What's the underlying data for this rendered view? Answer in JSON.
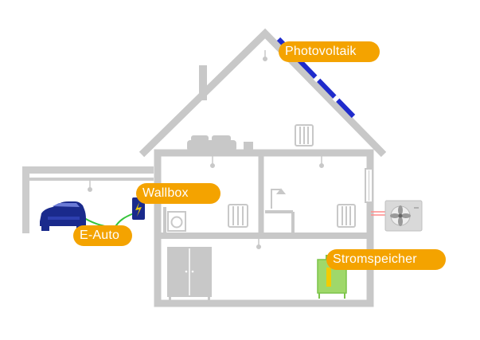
{
  "labels": {
    "photovoltaik": "Photovoltaik",
    "wallbox": "Wallbox",
    "e_auto": "E-Auto",
    "stromspeicher": "Stromspeicher"
  },
  "colors": {
    "badge": "#f4a300",
    "badge_text": "#ffffff",
    "house_outline": "#cccccc",
    "pv_panel": "#1f2bcc",
    "car": "#1a2a8c",
    "cable": "#35c43a",
    "wallbox": "#1a2a8c",
    "battery": "#9fd86a",
    "heatpump": "#d9d9d9",
    "heatpump_pipe": "#ff8a8a"
  },
  "icons": [
    "solar-panel-icon",
    "wallbox-icon",
    "car-icon",
    "battery-icon",
    "heat-pump-icon",
    "radiator-icon",
    "lamp-icon",
    "shower-icon",
    "washing-machine-icon",
    "wardrobe-icon",
    "bed-icon"
  ]
}
